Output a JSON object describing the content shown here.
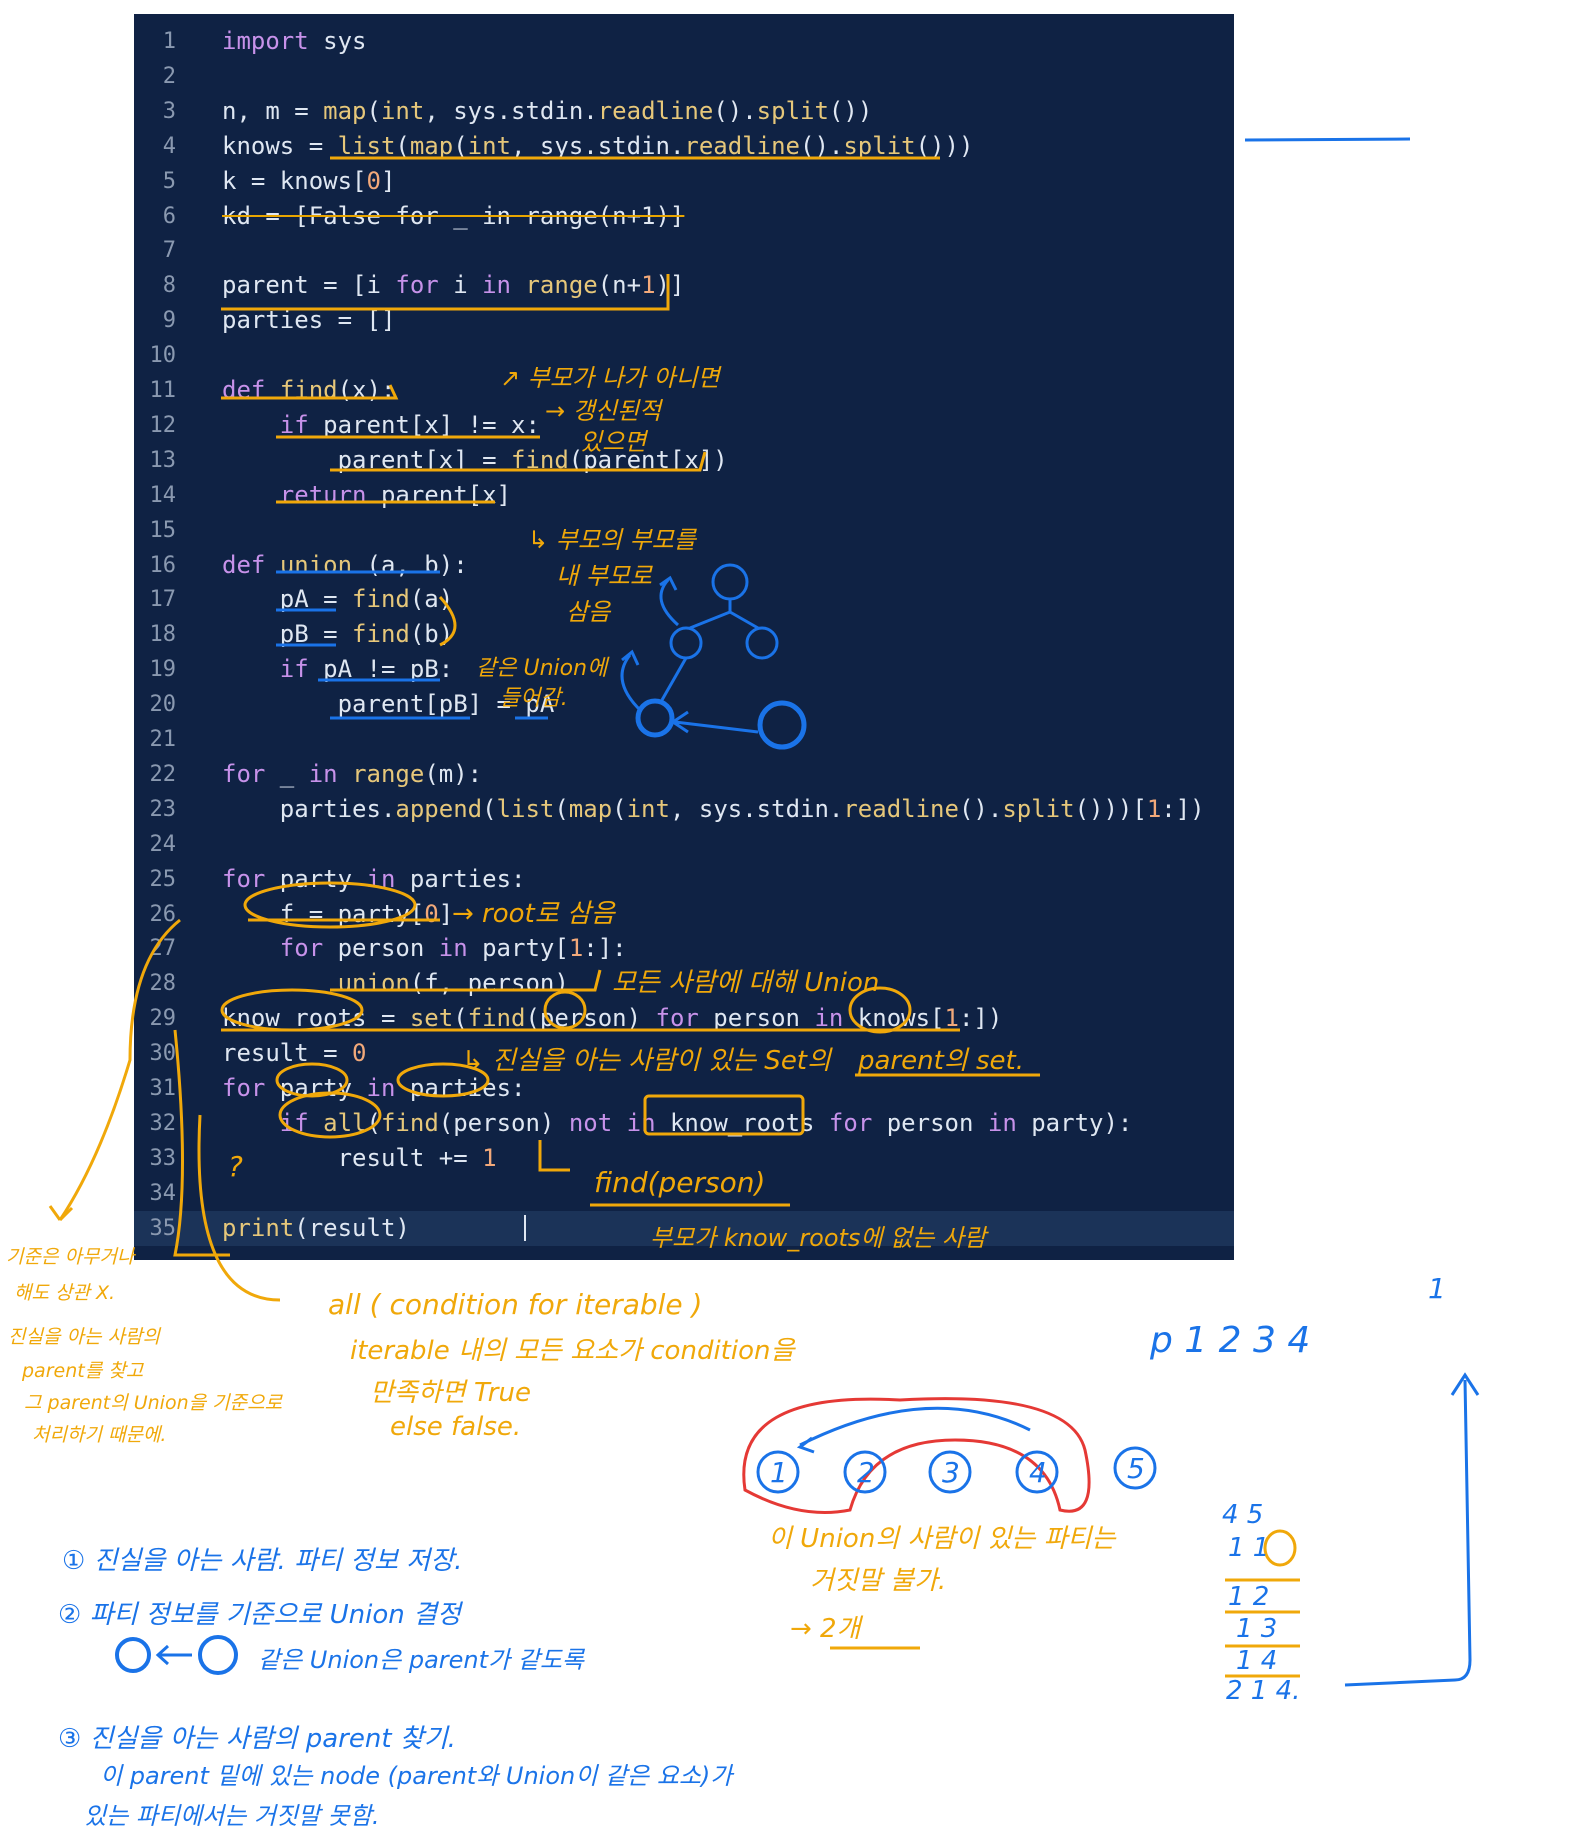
{
  "code_lines": [
    {
      "n": "1",
      "text": "import sys"
    },
    {
      "n": "2",
      "text": ""
    },
    {
      "n": "3",
      "text": "n, m = map(int, sys.stdin.readline().split())"
    },
    {
      "n": "4",
      "text": "knows = list(map(int, sys.stdin.readline().split()))"
    },
    {
      "n": "5",
      "text": "k = knows[0]"
    },
    {
      "n": "6",
      "text": "kd = [False for _ in range(n+1)]"
    },
    {
      "n": "7",
      "text": ""
    },
    {
      "n": "8",
      "text": "parent = [i for i in range(n+1)]"
    },
    {
      "n": "9",
      "text": "parties = []"
    },
    {
      "n": "10",
      "text": ""
    },
    {
      "n": "11",
      "text": "def find(x):"
    },
    {
      "n": "12",
      "text": "    if parent[x] != x:"
    },
    {
      "n": "13",
      "text": "        parent[x] = find(parent[x])"
    },
    {
      "n": "14",
      "text": "    return parent[x]"
    },
    {
      "n": "15",
      "text": ""
    },
    {
      "n": "16",
      "text": "def union (a, b):"
    },
    {
      "n": "17",
      "text": "    pA = find(a)"
    },
    {
      "n": "18",
      "text": "    pB = find(b)"
    },
    {
      "n": "19",
      "text": "    if pA != pB:"
    },
    {
      "n": "20",
      "text": "        parent[pB] = pA"
    },
    {
      "n": "21",
      "text": ""
    },
    {
      "n": "22",
      "text": "for _ in range(m):"
    },
    {
      "n": "23",
      "text": "    parties.append(list(map(int, sys.stdin.readline().split()))[1:])"
    },
    {
      "n": "24",
      "text": ""
    },
    {
      "n": "25",
      "text": "for party in parties:"
    },
    {
      "n": "26",
      "text": "    f = party[0]"
    },
    {
      "n": "27",
      "text": "    for person in party[1:]:"
    },
    {
      "n": "28",
      "text": "        union(f, person)"
    },
    {
      "n": "29",
      "text": "know_roots = set(find(person) for person in knows[1:])"
    },
    {
      "n": "30",
      "text": "result = 0"
    },
    {
      "n": "31",
      "text": "for party in parties:"
    },
    {
      "n": "32",
      "text": "    if all(find(person) not in know_roots for person in party):"
    },
    {
      "n": "33",
      "text": "        result += 1"
    },
    {
      "n": "34",
      "text": ""
    },
    {
      "n": "35",
      "text": "print(result)"
    }
  ],
  "annotations": {
    "find_note_1": "↗ 부모가 나가 아니면",
    "find_note_2": "→ 갱신된적",
    "find_note_3": "있으면",
    "find_note_4": "↳ 부모의 부모를",
    "find_note_5": "내 부모로",
    "find_note_6": "삼음",
    "union_note_1": "같은 Union에",
    "union_note_2": "들어감.",
    "root_note": "→ root로 삼음",
    "union_all_note": "모든 사람에 대해 Union",
    "know_roots_note": "↳ 진실을 아는 사람이 있는 Set의",
    "parent_set_note": "parent의 set.",
    "find_person_note": "find(person)",
    "find_person_note_2": "부모가 know_roots에 없는 사람",
    "question_mark": "?",
    "left_note_1": "기준은 아무거나",
    "left_note_2": "해도 상관 X.",
    "left_note_3": "진실을 아는 사람의",
    "left_note_4": "parent를 찾고",
    "left_note_5": "그 parent의 Union을 기준으로",
    "left_note_6": "처리하기 때문에.",
    "all_note_1": "all ( condition for iterable )",
    "all_note_2": "iterable 내의 모든 요소가 condition을",
    "all_note_3": "만족하면 True",
    "all_note_4": "else false.",
    "list_header": "p  1  2  3  4",
    "list_one": "1",
    "circles": [
      "1",
      "2",
      "3",
      "4",
      "5"
    ],
    "circles_note_1": "이 Union의 사람이 있는 파티는",
    "circles_note_2": "거짓말 불가.",
    "circles_note_3": "→ 2개",
    "input_lines": [
      "4 5",
      "1 1",
      "1 2",
      "1 3",
      "1 4",
      "2 1 4."
    ],
    "step_1": "① 진실을 아는 사람. 파티 정보 저장.",
    "step_2": "② 파티 정보를 기준으로 Union 결정",
    "step_2b": "같은 Union은 parent가 같도록",
    "step_3a": "③ 진실을 아는 사람의 parent 찾기.",
    "step_3b": "이 parent 밑에 있는 node (parent와 Union이 같은 요소)가",
    "step_3c": "있는 파티에서는 거짓말 못함."
  },
  "colors": {
    "editor_bg": "#0f2244",
    "annotation_orange": "#f0a80a",
    "annotation_blue": "#1a73e8",
    "annotation_red": "#e53935"
  }
}
